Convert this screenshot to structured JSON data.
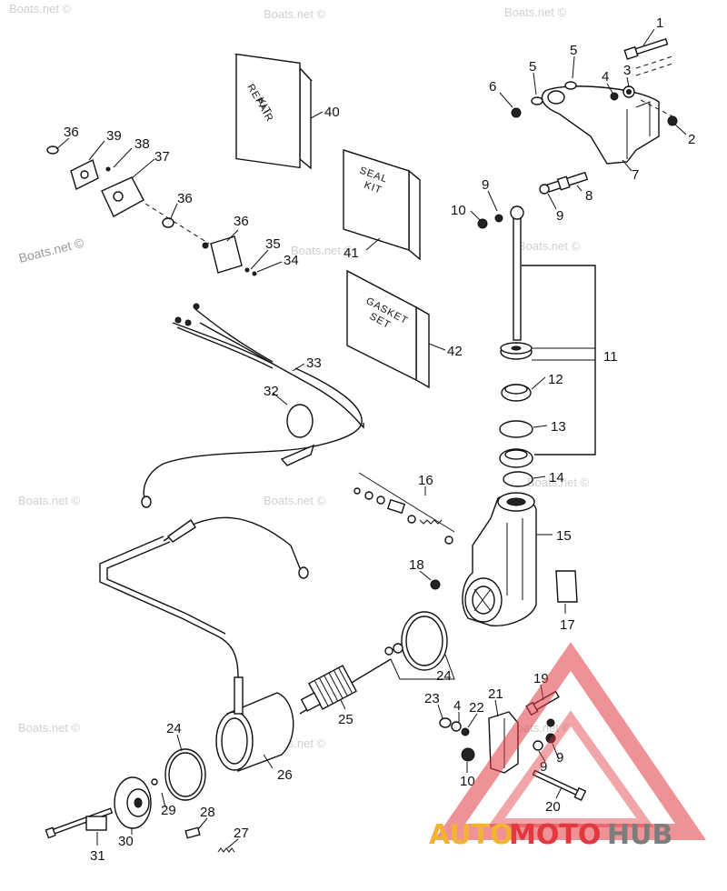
{
  "watermark": {
    "text": "Boats.net ©",
    "positions": 12
  },
  "brand": {
    "part1": "AUTO",
    "part2": "MOTO",
    "part3": "HUB",
    "color_orange": "#f2b233",
    "color_red": "#e2383f",
    "color_gray": "#7d7d7d"
  },
  "kits": {
    "repair": [
      "REPAIR",
      "KIT"
    ],
    "seal": [
      "SEAL",
      "KIT"
    ],
    "gasket": [
      "GASKET",
      "SET"
    ]
  },
  "callouts": [
    {
      "label": "1"
    },
    {
      "label": "2"
    },
    {
      "label": "3"
    },
    {
      "label": "4"
    },
    {
      "label": "5"
    },
    {
      "label": "5"
    },
    {
      "label": "6"
    },
    {
      "label": "7"
    },
    {
      "label": "8"
    },
    {
      "label": "9"
    },
    {
      "label": "9"
    },
    {
      "label": "10"
    },
    {
      "label": "11"
    },
    {
      "label": "12"
    },
    {
      "label": "13"
    },
    {
      "label": "14"
    },
    {
      "label": "15"
    },
    {
      "label": "16"
    },
    {
      "label": "17"
    },
    {
      "label": "18"
    },
    {
      "label": "19"
    },
    {
      "label": "20"
    },
    {
      "label": "21"
    },
    {
      "label": "22"
    },
    {
      "label": "23"
    },
    {
      "label": "4"
    },
    {
      "label": "24"
    },
    {
      "label": "24"
    },
    {
      "label": "25"
    },
    {
      "label": "26"
    },
    {
      "label": "27"
    },
    {
      "label": "28"
    },
    {
      "label": "29"
    },
    {
      "label": "30"
    },
    {
      "label": "31"
    },
    {
      "label": "32"
    },
    {
      "label": "33"
    },
    {
      "label": "34"
    },
    {
      "label": "35"
    },
    {
      "label": "36"
    },
    {
      "label": "36"
    },
    {
      "label": "36"
    },
    {
      "label": "37"
    },
    {
      "label": "38"
    },
    {
      "label": "39"
    },
    {
      "label": "40"
    },
    {
      "label": "41"
    },
    {
      "label": "42"
    },
    {
      "label": "9"
    },
    {
      "label": "9"
    },
    {
      "label": "10"
    }
  ]
}
